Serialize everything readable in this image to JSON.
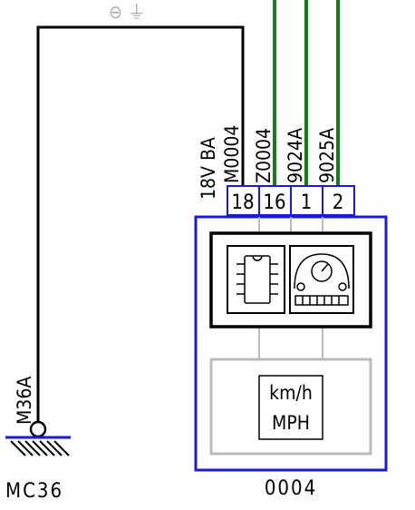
{
  "ground_symbol": "⊖ ⏚",
  "wires": {
    "left_label": "M36A",
    "ground_point_label": "MC36",
    "connector_wire_labels": [
      "M0004",
      "Z0004",
      "9024A",
      "9025A"
    ],
    "supply_label": "18V BA",
    "colors": {
      "black": "#000000",
      "green": "#1a7a1a"
    }
  },
  "connector": {
    "pins": [
      "18",
      "16",
      "1",
      "2"
    ],
    "color": "#1a1ad8"
  },
  "component": {
    "id": "0004",
    "display_lines": [
      "km/h",
      "MPH"
    ],
    "icons": [
      "ic-chip-icon",
      "speedometer-icon"
    ]
  }
}
